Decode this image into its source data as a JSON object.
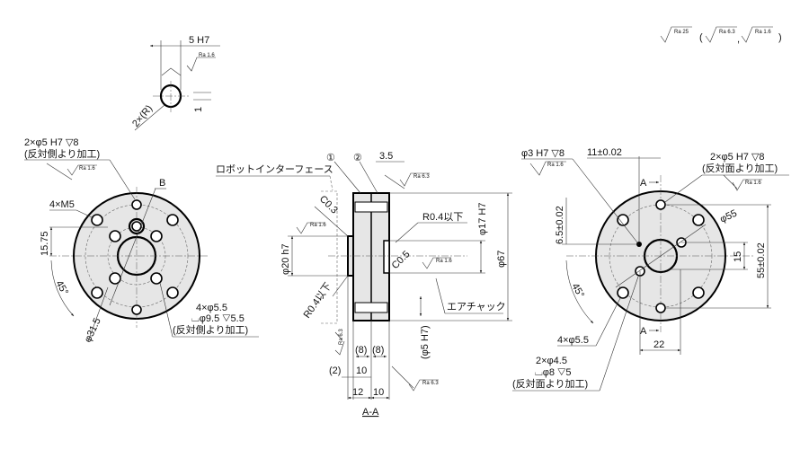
{
  "legend": {
    "ra_main": "Ra 25",
    "open_paren": "(",
    "ra_a": "Ra 6.3",
    "comma": ",",
    "ra_b": "Ra 1.6",
    "close_paren": ")"
  },
  "detail": {
    "width": "5 H7",
    "ra": "Ra 1.6",
    "radius": "2×(R)",
    "offset": "1"
  },
  "left_view": {
    "pin_holes": "2×φ5 H7 ▽8",
    "pin_note": "(反対側より加工)",
    "pin_ra": "Ra 1.6",
    "b_label": "B",
    "m5": "4×M5",
    "dim_1575": "15.75",
    "angle": "45°",
    "pcd": "φ31.5",
    "cbore1": "4×φ5.5",
    "cbore2": "⌴φ9.5 ▽5.5",
    "cbore_note": "(反対側より加工)"
  },
  "section": {
    "robot_if": "ロボットインターフェース",
    "part1": "①",
    "part2": "②",
    "dim_35": "3.5",
    "ra_top": "Ra 6.3",
    "c03": "C0.3",
    "ra_left": "Ra 1.6",
    "phi20": "φ20 h7",
    "r04_left": "R0.4以下",
    "r04_right": "R0.4以下",
    "phi17": "φ17 H7",
    "c05": "C0.5",
    "ra_right": "Ra 1.6",
    "phi67": "φ67",
    "air_chuck": "エアチャック",
    "phi5": "(φ5 H7)",
    "ra_bottom_left": "Ra 6.3",
    "d8a": "(8)",
    "d8b": "(8)",
    "d2": "(2)",
    "d10a": "10",
    "d12": "12",
    "d10b": "10",
    "ra_bottom_right": "Ra 6.3",
    "title": "A-A"
  },
  "right_view": {
    "phi3": "φ3 H7 ▽8",
    "phi3_ra": "Ra 1.6",
    "dim_11": "11±0.02",
    "pin_holes": "2×φ5 H7 ▽8",
    "pin_note": "(反対面より加工)",
    "pin_ra": "Ra 1.6",
    "a_top": "A",
    "a_bottom": "A",
    "dim_65": "6.5±0.02",
    "pcd": "φ55",
    "dim_15": "15",
    "dim_55": "55±0.02",
    "angle": "45°",
    "holes": "4×φ5.5",
    "dim_22": "22",
    "cb1": "2×φ4.5",
    "cb2": "⌴φ8 ▽5",
    "cb_note": "(反対面より加工)"
  }
}
